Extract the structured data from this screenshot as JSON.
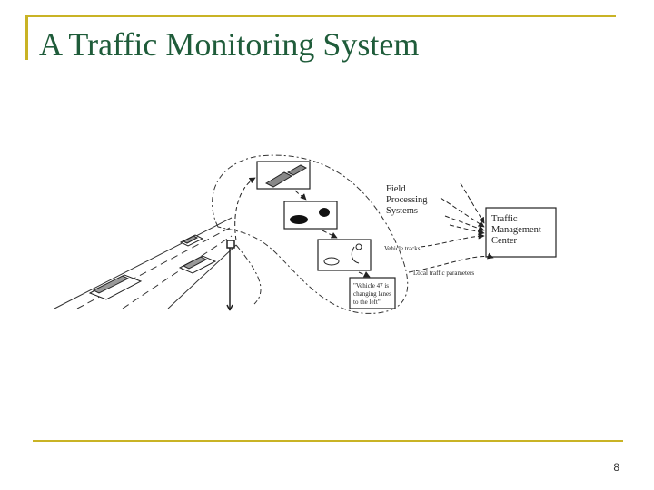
{
  "slide": {
    "title": "A Traffic Monitoring System",
    "page_number": "8"
  },
  "diagram": {
    "field_label": [
      "Field",
      "Processing",
      "Systems"
    ],
    "center_label": [
      "Traffic",
      "Management",
      "Center"
    ],
    "vehicle_tracks": "Vehicle tracks",
    "local_params": "Local traffic parameters",
    "note_lines": [
      "\"Vehicle 47 is",
      "changing lanes",
      "to the left\""
    ]
  },
  "colors": {
    "accent": "#C9B325",
    "title": "#1F5C3A"
  }
}
